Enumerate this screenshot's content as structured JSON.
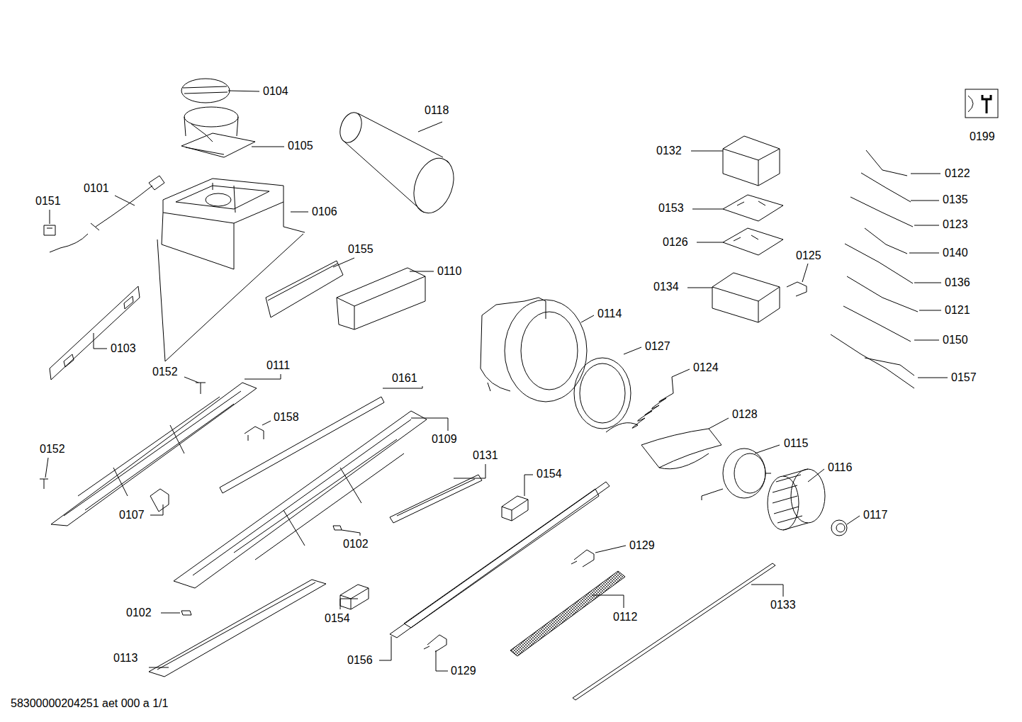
{
  "diagram": {
    "labels": [
      "0104",
      "0105",
      "0118",
      "0132",
      "0199",
      "0122",
      "0151",
      "0101",
      "0106",
      "0135",
      "0153",
      "0123",
      "0126",
      "0155",
      "0125",
      "0140",
      "0110",
      "0134",
      "0136",
      "0121",
      "0114",
      "0150",
      "0103",
      "0127",
      "0152",
      "0111",
      "0124",
      "0157",
      "0161",
      "0128",
      "0158",
      "0109",
      "0152",
      "0115",
      "0131",
      "0116",
      "0154",
      "0107",
      "0117",
      "0102",
      "0129",
      "0102",
      "0154",
      "0112",
      "0133",
      "0113",
      "0156",
      "0129",
      "58300000204251 aet 000 a 1/1"
    ]
  }
}
